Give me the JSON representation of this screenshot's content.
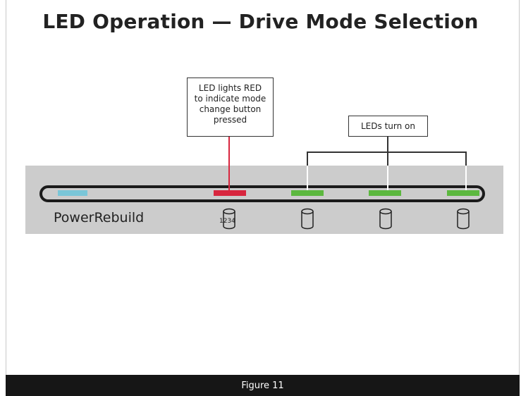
{
  "title": "LED Operation — Drive Mode Selection",
  "brand": "PowerRebuild",
  "callouts": {
    "red_led": [
      "LED lights RED",
      "to indicate mode",
      "change button",
      "pressed"
    ],
    "green_leds": "LEDs turn on"
  },
  "drive_numbers": "1234",
  "footer": "Figure 11",
  "colors": {
    "band": "#cccccc",
    "power_led": "#7ac6d8",
    "red_led": "#d8263e",
    "green_led": "#5cb83f",
    "track_outline": "#1b1b1b",
    "footer_bg": "#161616"
  },
  "leds": [
    {
      "role": "power",
      "color": "cyan",
      "state": "on"
    },
    {
      "role": "mode",
      "color": "red",
      "state": "on"
    },
    {
      "role": "drive-1",
      "color": "green",
      "state": "on"
    },
    {
      "role": "drive-2",
      "color": "green",
      "state": "on"
    },
    {
      "role": "drive-3",
      "color": "green",
      "state": "on"
    }
  ],
  "icons": [
    "drive-cylinder-icon"
  ]
}
